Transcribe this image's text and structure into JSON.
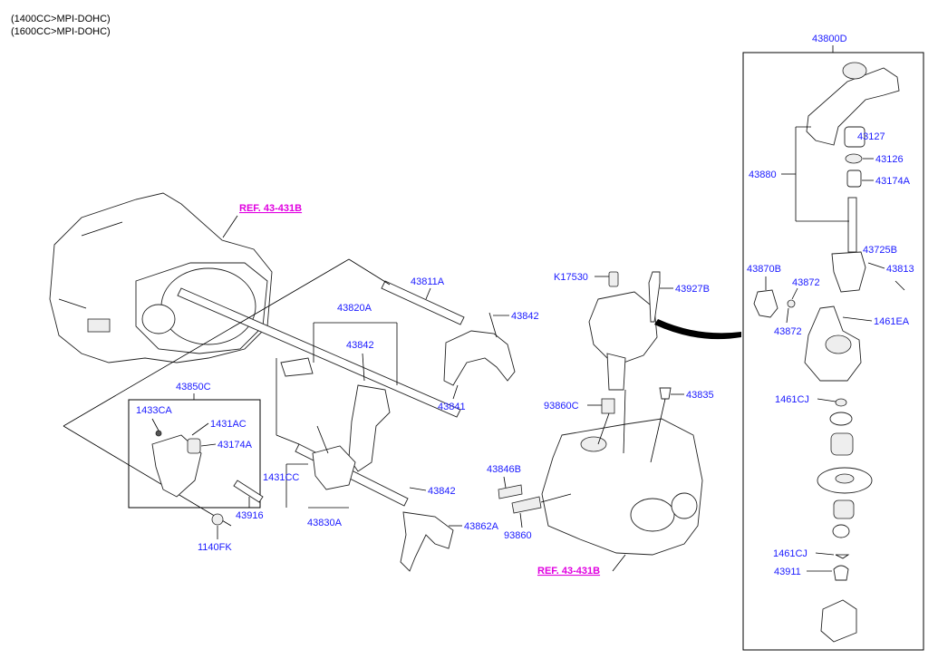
{
  "header": {
    "line1": "(1400CC>MPI-DOHC)",
    "line2": "(1600CC>MPI-DOHC)"
  },
  "references": {
    "ref_top": "REF. 43-431B",
    "ref_bottom": "REF. 43-431B"
  },
  "labels": {
    "p43800D": "43800D",
    "p43127": "43127",
    "p43126": "43126",
    "p43880": "43880",
    "p43174A_r": "43174A",
    "p43725B": "43725B",
    "p43813": "43813",
    "p43870B": "43870B",
    "p43872_a": "43872",
    "p43872_b": "43872",
    "p1461EA": "1461EA",
    "p1461CJ_a": "1461CJ",
    "p1461CJ_b": "1461CJ",
    "p43911": "43911",
    "p43811A": "43811A",
    "p43820A": "43820A",
    "p43842_a": "43842",
    "p43842_b": "43842",
    "p43842_c": "43842",
    "p43841": "43841",
    "p43850C": "43850C",
    "p1433CA": "1433CA",
    "p1431AC": "1431AC",
    "p43174A_l": "43174A",
    "p1431CC": "1431CC",
    "p43830A": "43830A",
    "p43916": "43916",
    "p1140FK": "1140FK",
    "p43862A": "43862A",
    "pK17530": "K17530",
    "p43927B": "43927B",
    "p93860C": "93860C",
    "p43835": "43835",
    "p43846B": "43846B",
    "p93860": "93860"
  },
  "colors": {
    "label": "#1a1aff",
    "reference": "#e000e0",
    "line": "#000000"
  }
}
